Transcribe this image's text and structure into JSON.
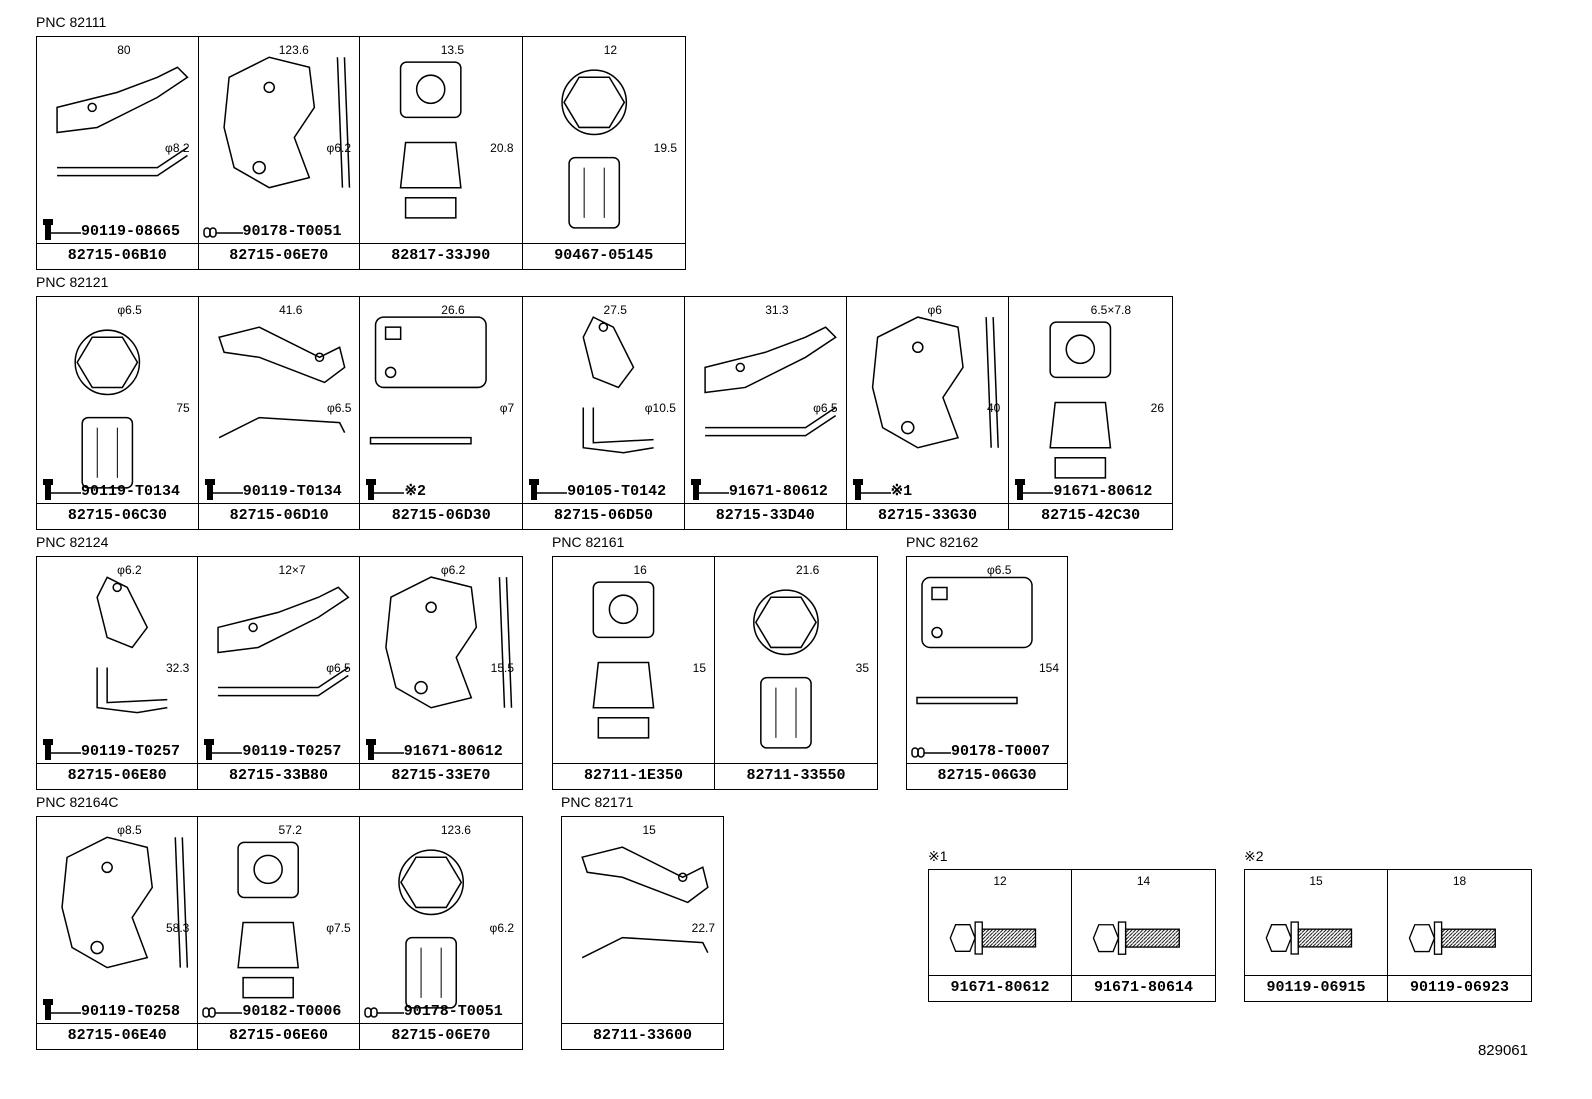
{
  "groups": [
    {
      "pnc": "PNC 82111",
      "cells": [
        {
          "part": "82715-06B10",
          "hw": "90119-08665",
          "hw_icon": "bolt-icon",
          "dims": [
            "80",
            "φ8.2"
          ]
        },
        {
          "part": "82715-06E70",
          "hw": "90178-T0051",
          "hw_icon": "nut-icon",
          "dims": [
            "123.6",
            "φ6.2"
          ]
        },
        {
          "part": "82817-33J90",
          "hw": "",
          "dims": [
            "13.5",
            "20.8"
          ]
        },
        {
          "part": "90467-05145",
          "hw": "",
          "dims": [
            "12",
            "19.5"
          ]
        }
      ]
    },
    {
      "pnc": "PNC 82121",
      "cells": [
        {
          "part": "82715-06C30",
          "hw": "90119-T0134",
          "hw_icon": "bolt-icon",
          "dims": [
            "φ6.5",
            "75"
          ]
        },
        {
          "part": "82715-06D10",
          "hw": "90119-T0134",
          "hw_icon": "bolt-icon",
          "dims": [
            "41.6",
            "φ6.5"
          ]
        },
        {
          "part": "82715-06D30",
          "hw": "※2",
          "hw_icon": "bolt-icon",
          "dims": [
            "26.6",
            "φ7"
          ]
        },
        {
          "part": "82715-06D50",
          "hw": "90105-T0142",
          "hw_icon": "bolt-icon",
          "dims": [
            "27.5",
            "φ10.5"
          ]
        },
        {
          "part": "82715-33D40",
          "hw": "91671-80612",
          "hw_icon": "bolt-icon",
          "dims": [
            "31.3",
            "φ6.5"
          ]
        },
        {
          "part": "82715-33G30",
          "hw": "※1",
          "hw_icon": "bolt-icon",
          "dims": [
            "φ6",
            "40"
          ]
        },
        {
          "part": "82715-42C30",
          "hw": "91671-80612",
          "hw_icon": "bolt-icon",
          "dims": [
            "6.5×7.8",
            "26"
          ]
        }
      ]
    },
    {
      "pnc": "PNC 82124",
      "cells": [
        {
          "part": "82715-06E80",
          "hw": "90119-T0257",
          "hw_icon": "bolt-icon",
          "dims": [
            "φ6.2",
            "32.3"
          ]
        },
        {
          "part": "82715-33B80",
          "hw": "90119-T0257",
          "hw_icon": "bolt-icon",
          "dims": [
            "12×7",
            "φ6.5"
          ]
        },
        {
          "part": "82715-33E70",
          "hw": "91671-80612",
          "hw_icon": "bolt-icon",
          "dims": [
            "φ6.2",
            "15.5"
          ]
        }
      ]
    },
    {
      "pnc": "PNC 82161",
      "cells": [
        {
          "part": "82711-1E350",
          "hw": "",
          "dims": [
            "16",
            "15"
          ]
        },
        {
          "part": "82711-33550",
          "hw": "",
          "dims": [
            "21.6",
            "35"
          ]
        }
      ]
    },
    {
      "pnc": "PNC 82162",
      "cells": [
        {
          "part": "82715-06G30",
          "hw": "90178-T0007",
          "hw_icon": "nut-icon",
          "dims": [
            "φ6.5",
            "154"
          ]
        }
      ]
    },
    {
      "pnc": "PNC 82164C",
      "cells": [
        {
          "part": "82715-06E40",
          "hw": "90119-T0258",
          "hw_icon": "bolt-icon",
          "dims": [
            "φ8.5",
            "58.3"
          ]
        },
        {
          "part": "82715-06E60",
          "hw": "90182-T0006",
          "hw_icon": "nut-icon",
          "dims": [
            "57.2",
            "φ7.5"
          ]
        },
        {
          "part": "82715-06E70",
          "hw": "90178-T0051",
          "hw_icon": "nut-icon",
          "dims": [
            "123.6",
            "φ6.2"
          ]
        }
      ]
    },
    {
      "pnc": "PNC 82171",
      "cells": [
        {
          "part": "82711-33600",
          "hw": "",
          "dims": [
            "15",
            "22.7"
          ]
        }
      ]
    },
    {
      "pnc": "※1",
      "cells": [
        {
          "part": "91671-80612",
          "hw": "",
          "dims": [
            "12"
          ]
        },
        {
          "part": "91671-80614",
          "hw": "",
          "dims": [
            "14"
          ]
        }
      ]
    },
    {
      "pnc": "※2",
      "cells": [
        {
          "part": "90119-06915",
          "hw": "",
          "dims": [
            "15"
          ]
        },
        {
          "part": "90119-06923",
          "hw": "",
          "dims": [
            "18"
          ]
        }
      ]
    }
  ],
  "figure_number": "829061"
}
